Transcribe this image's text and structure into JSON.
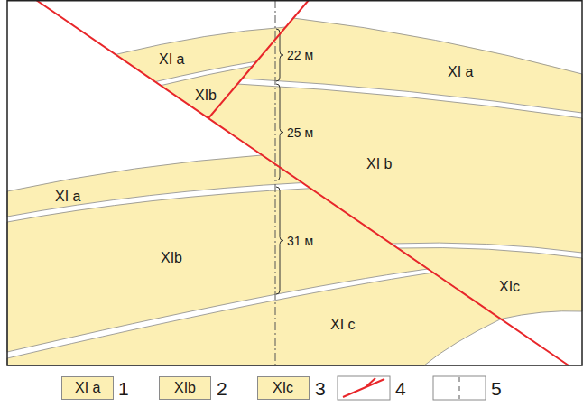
{
  "diagram": {
    "labels": [
      "XI a",
      "22 м",
      "XIb",
      "XI a",
      "25 м",
      "XI b",
      "XI a",
      "31 м",
      "XIb",
      "XIc",
      "XI c",
      "XI a",
      "XIb",
      "XIc"
    ],
    "legend": [
      {
        "text": "1",
        "color": "#fcefb4"
      },
      {
        "text": "2",
        "color": "#fcefb4"
      },
      {
        "text": "3",
        "color": "#fcefb4"
      },
      {
        "text": "4"
      },
      {
        "text": "5"
      }
    ]
  }
}
